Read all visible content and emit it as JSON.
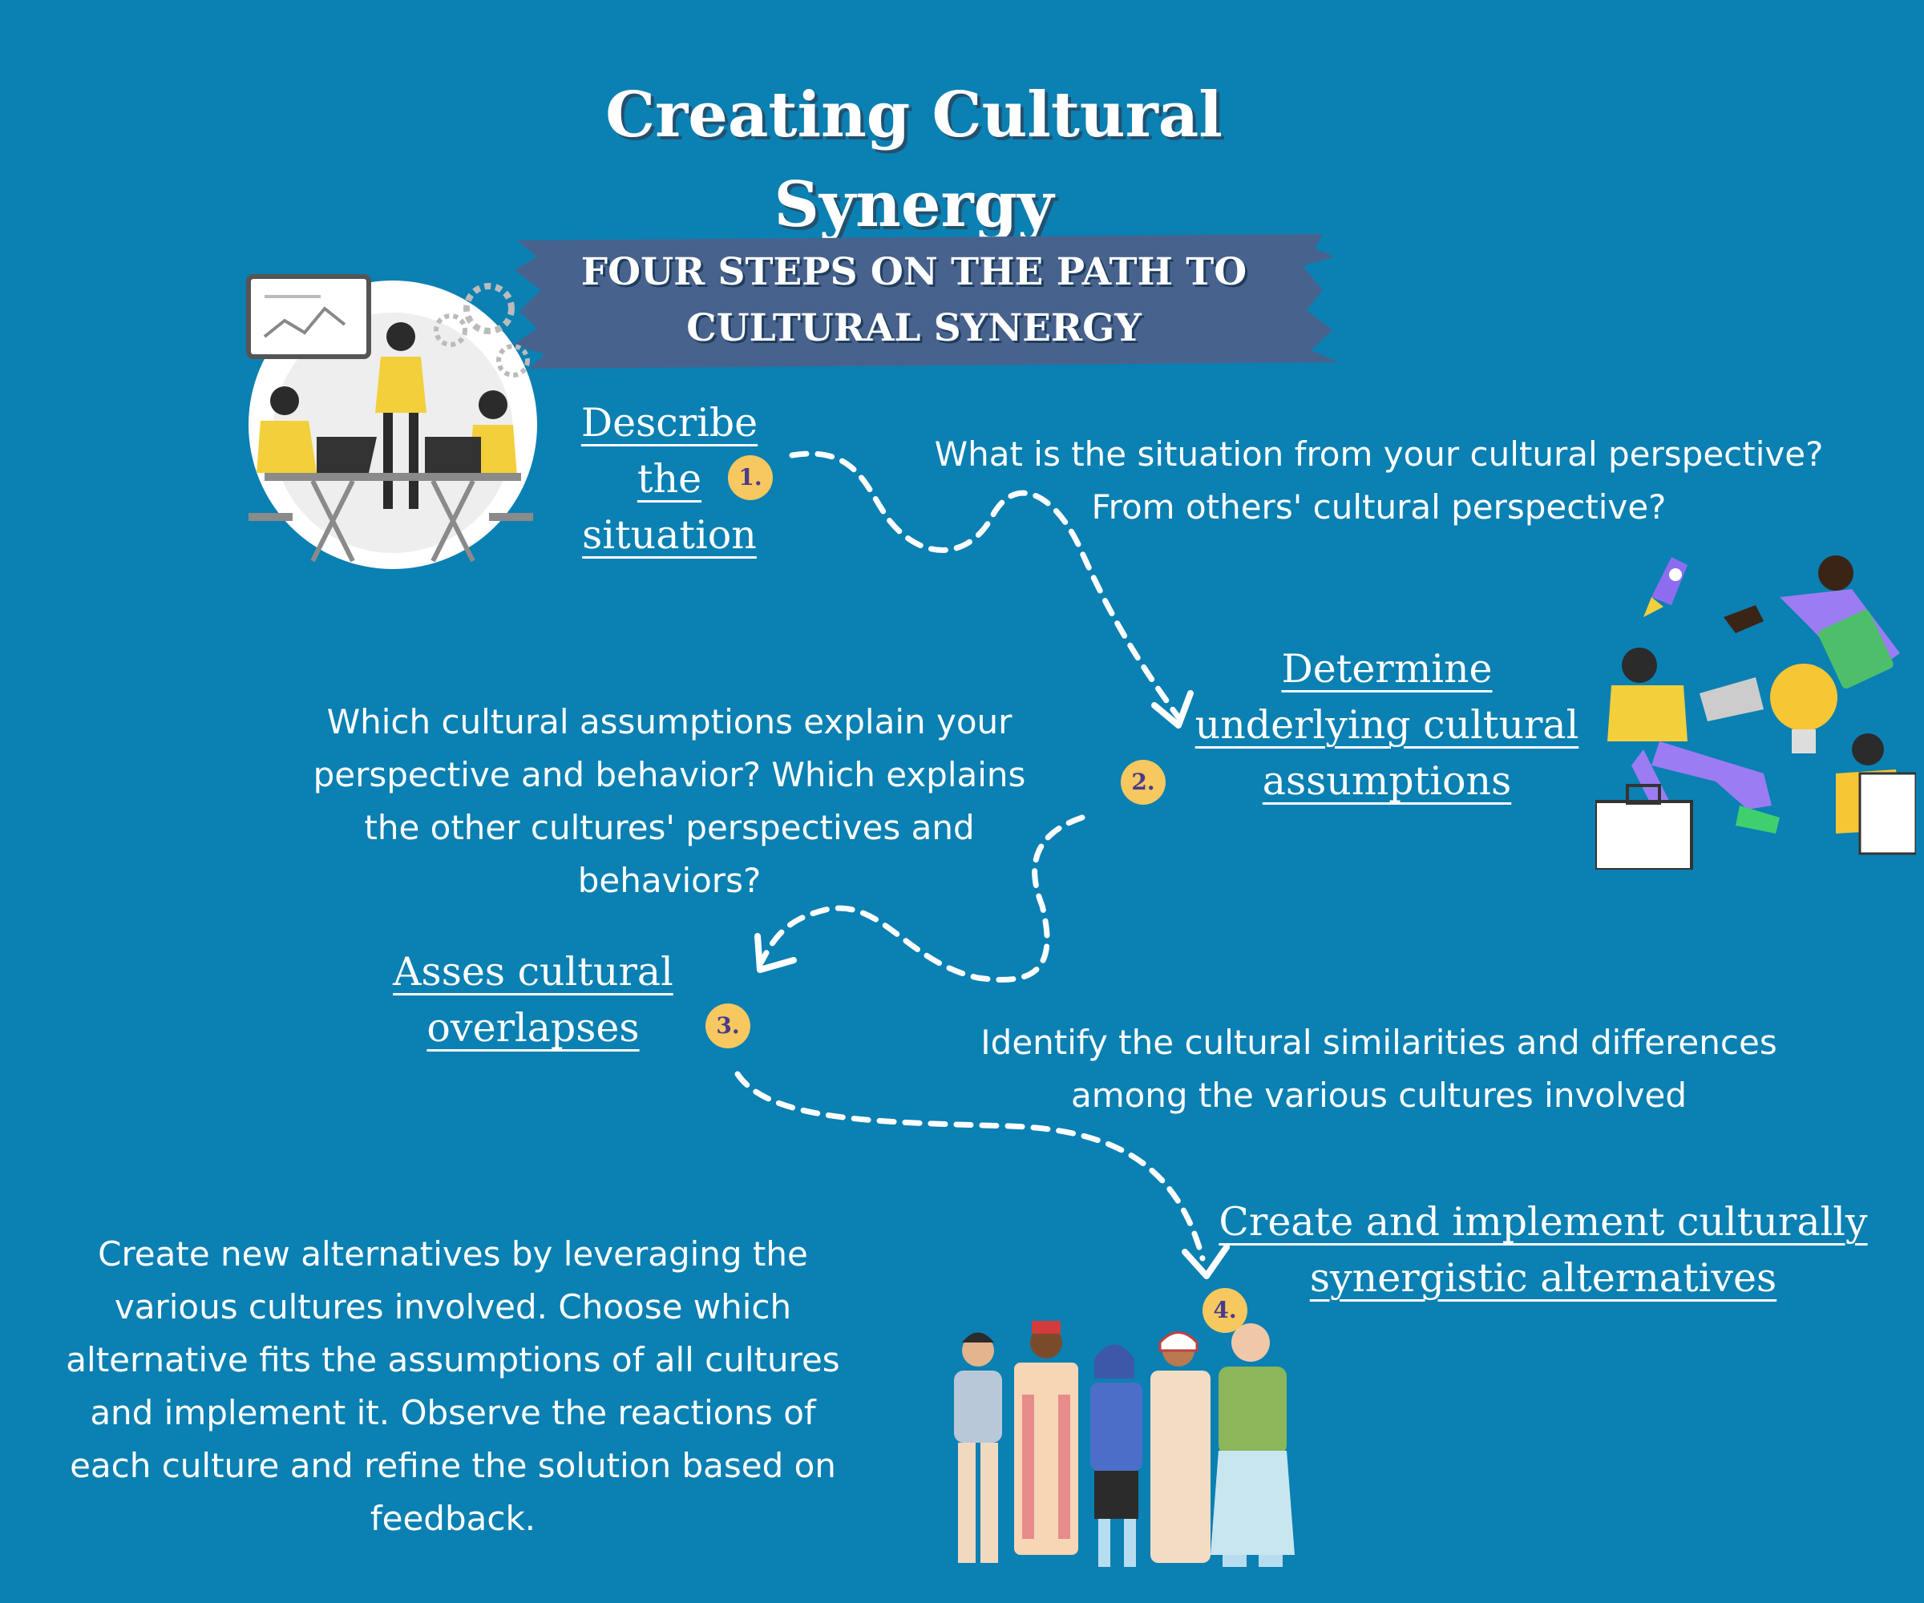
{
  "title": {
    "line1": "Creating Cultural",
    "line2": "Synergy"
  },
  "subtitle": {
    "line1": "FOUR STEPS ON THE PATH TO",
    "line2": "CULTURAL SYNERGY"
  },
  "steps": [
    {
      "number": "1.",
      "title_lines": [
        "Describe",
        "the",
        "situation"
      ],
      "description_lines": [
        "What is the situation from your cultural perspective?",
        "From others' cultural perspective?"
      ]
    },
    {
      "number": "2.",
      "title_lines": [
        "Determine",
        "underlying cultural",
        "assumptions"
      ],
      "description_lines": [
        "Which cultural assumptions explain your",
        "perspective and behavior? Which explains",
        "the other cultures' perspectives and",
        "behaviors?"
      ]
    },
    {
      "number": "3.",
      "title_lines": [
        "Asses cultural",
        "overlapses"
      ],
      "description_lines": [
        "Identify the cultural similarities and differences",
        "among the various cultures involved"
      ]
    },
    {
      "number": "4.",
      "title_lines": [
        "Create and implement culturally",
        "synergistic alternatives"
      ],
      "description_lines": [
        "Create new alternatives by leveraging the",
        "various cultures involved. Choose which",
        "alternative fits the assumptions of all cultures",
        "and implement it. Observe the reactions of",
        "each culture and refine the solution based on",
        "feedback."
      ]
    }
  ],
  "colors": {
    "background": "#0b80b2",
    "banner": "#48628e",
    "badge": "#f6c85f",
    "text": "#ffffff",
    "path": "#ffffff"
  },
  "icons": [
    "team-meeting-illustration",
    "creative-team-illustration",
    "diverse-people-illustration"
  ]
}
